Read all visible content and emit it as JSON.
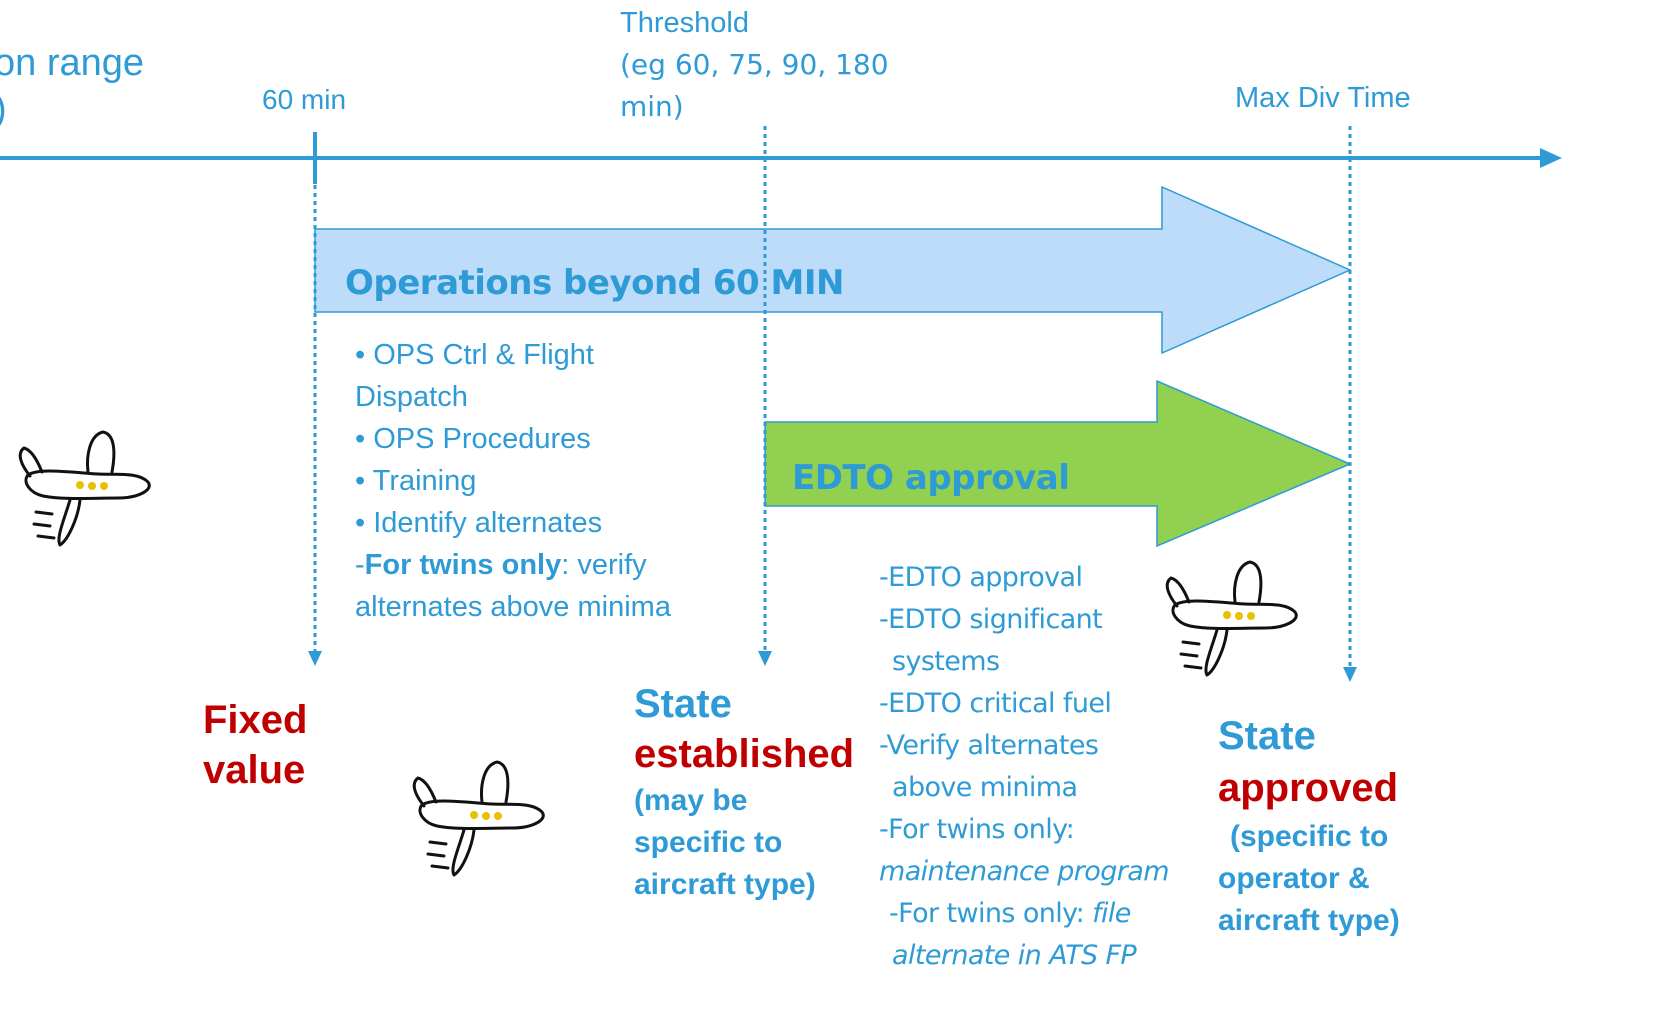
{
  "colors": {
    "axis": "#2e9bd6",
    "blue_text": "#2e9bd6",
    "red_text": "#c00000",
    "blue_arrow_fill": "#bcdcf9",
    "green_arrow_fill": "#92d050"
  },
  "timeline": {
    "left_label_line1": "on range",
    "left_label_line2": ")",
    "marker_60": "60 min",
    "threshold_title": "Threshold",
    "threshold_line2": "(eg  60, 75, 90, 180",
    "threshold_line3": "min)",
    "max_div": "Max Div Time"
  },
  "arrows": {
    "ops_beyond": "Operations beyond 60 MIN",
    "edto_approval": "EDTO approval"
  },
  "ops_list": {
    "item1_line1": "• OPS Ctrl & Flight",
    "item1_line2": "Dispatch",
    "item2": "• OPS Procedures",
    "item3": "• Training",
    "item4": "• Identify alternates",
    "twins_dash": "-",
    "twins_bold": "For twins only",
    "twins_rest": ": verify",
    "twins_line2": "alternates above minima"
  },
  "edto_list": {
    "l1": "-EDTO approval",
    "l2": "-EDTO significant",
    "l3": "systems",
    "l4": "-EDTO critical fuel",
    "l5": "-Verify alternates",
    "l6": "above minima",
    "l7": "-For twins only:",
    "l8": "maintenance program",
    "l9_plain": "-For twins only: ",
    "l9_italic": "file",
    "l10": "alternate in ATS FP"
  },
  "labels": {
    "fixed_line1": "Fixed",
    "fixed_line2": "value",
    "state1_title": "State",
    "state1_word": "established",
    "state1_note_l1": "(may be",
    "state1_note_l2": "specific to",
    "state1_note_l3": "aircraft type)",
    "state2_title": "State",
    "state2_word": "approved",
    "state2_note_l1": "(specific to",
    "state2_note_l2": "operator &",
    "state2_note_l3": "aircraft type)"
  },
  "icons": [
    "airplane-icon",
    "airplane-icon",
    "airplane-icon"
  ]
}
